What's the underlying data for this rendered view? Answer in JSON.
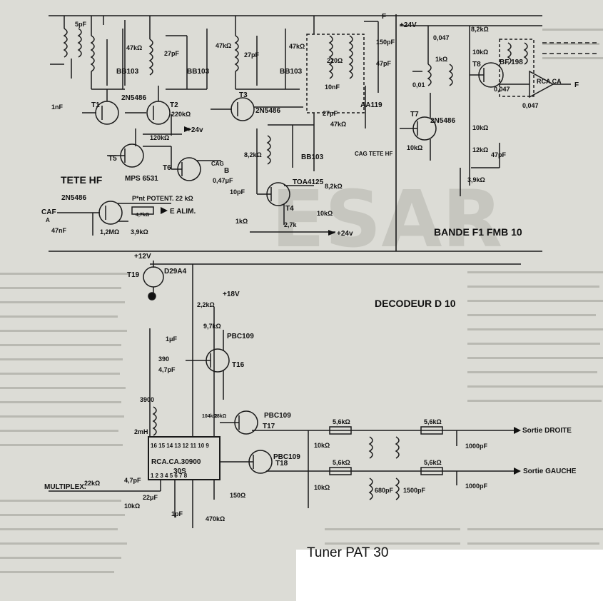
{
  "sections": {
    "tete_hf": "TETE HF",
    "bande": "BANDE  F1 FMB 10",
    "decodeur": "DECODEUR  D 10"
  },
  "caption": "Tuner PAT 30",
  "watermark": "ESAR",
  "transistors": {
    "t1": "T1",
    "t2": "T2",
    "t3": "T3",
    "t4": "T4",
    "t5": "T5",
    "t6": "T6",
    "t7": "T7",
    "t8": "T8",
    "t16": "T16",
    "t17": "T17",
    "t18": "T18",
    "t19": "T19"
  },
  "parts": {
    "n2n5486_a": "2N5486",
    "n2n5486_b": "2N5486",
    "n2n5486_c": "2N5486",
    "n2n5486_d": "2N5486",
    "mps6531": "MPS 6531",
    "toa4125": "TOA4125",
    "bf198": "BF 198",
    "bb103_a": "BB103",
    "bb103_b": "BB103",
    "bb103_c": "BB103",
    "bb103_d": "BB103",
    "aa119": "AA119",
    "d29a4": "D29A4",
    "pbc109_a": "PBC109",
    "pbc109_b": "PBC109",
    "pbc109_c": "PBC109",
    "rca_ca": "RCA  CA",
    "ic_name": "RCA.CA.30900",
    "ic_sub": "30S",
    "ic_pins_top": "16 15 14 13 12 11 10 9",
    "ic_pins_bot": "1  2  3  4  5  6  7  8"
  },
  "values": {
    "c5pf": "5pF",
    "r47k_1": "47kΩ",
    "r47k_2": "47kΩ",
    "r47k_3": "47kΩ",
    "r47k_4": "47kΩ",
    "c1nf": "1nF",
    "c27pf_1": "27pF",
    "c27pf_2": "27pF",
    "c27pf_3": "27pF",
    "r220k": "220kΩ",
    "r120k": "120kΩ",
    "r220_": "220Ω",
    "c10nf": "10nF",
    "c150pf": "150pF",
    "c47pf": "47pF",
    "c047_1": "0,047",
    "c047_2": "0,047",
    "c047_3": "0,047",
    "r82k_1": "8,2kΩ",
    "r82k_2": "8,2kΩ",
    "r82k_3": "8,2kΩ",
    "r1k": "1kΩ",
    "c001": "0,01",
    "r10k_a": "10kΩ",
    "r10k_b": "10kΩ",
    "r10k_c": "10kΩ",
    "r10k_d": "10kΩ",
    "r12k": "12kΩ",
    "r39k_1": "3,9kΩ",
    "r39k_2": "3,9kΩ",
    "c47pf_b": "47pF",
    "r12m": "1,2MΩ",
    "c47nf": "47nF",
    "r1k_b": "1kΩ",
    "r27k": "2,7k",
    "c10pf": "10pF",
    "c047uf": "0,47μF",
    "pot": "P*nt POTENT. 22 kΩ",
    "r47k_small": "4,7kΩ",
    "r22k_dec": "2,2kΩ",
    "r97k": "9,7kΩ",
    "c1uf": "1μF",
    "r390": "390",
    "c47pf_dec": "4,7pF",
    "c3900": "3900",
    "l2mh": "2mH",
    "r22k_mp": "22kΩ",
    "c47pf_mp": "4,7pF",
    "c22uf": "22μF",
    "r10k_mp": "10kΩ",
    "c1pf": "1pF",
    "r470k": "470kΩ",
    "r150": "150Ω",
    "r56k_1": "5,6kΩ",
    "r56k_2": "5,6kΩ",
    "r56k_3": "5,6kΩ",
    "r56k_4": "5,6kΩ",
    "c1000_1": "1000pF",
    "c1000_2": "1000pF",
    "c680": "680pF",
    "c1500": "1500pF",
    "r10k_out1": "10kΩ",
    "r10k_out2": "10kΩ",
    "r104k": "104kΩ",
    "r78k": "78kΩ"
  },
  "nets": {
    "v24_1": "+24V",
    "v24_2": "+24v",
    "v24_3": "+24v",
    "v12": "+12V",
    "v18": "+18V",
    "e_alim": "E  ALIM.",
    "caf": "CAF",
    "caf_a": "A",
    "cag": "CAG",
    "cag_b": "B",
    "cag_tete": "CAG TETE HF",
    "f": "F",
    "f2": "F",
    "multiplex": "MULTIPLEX.",
    "sortie_droite": "Sortie DROITE",
    "sortie_gauche": "Sortie GAUCHE"
  }
}
